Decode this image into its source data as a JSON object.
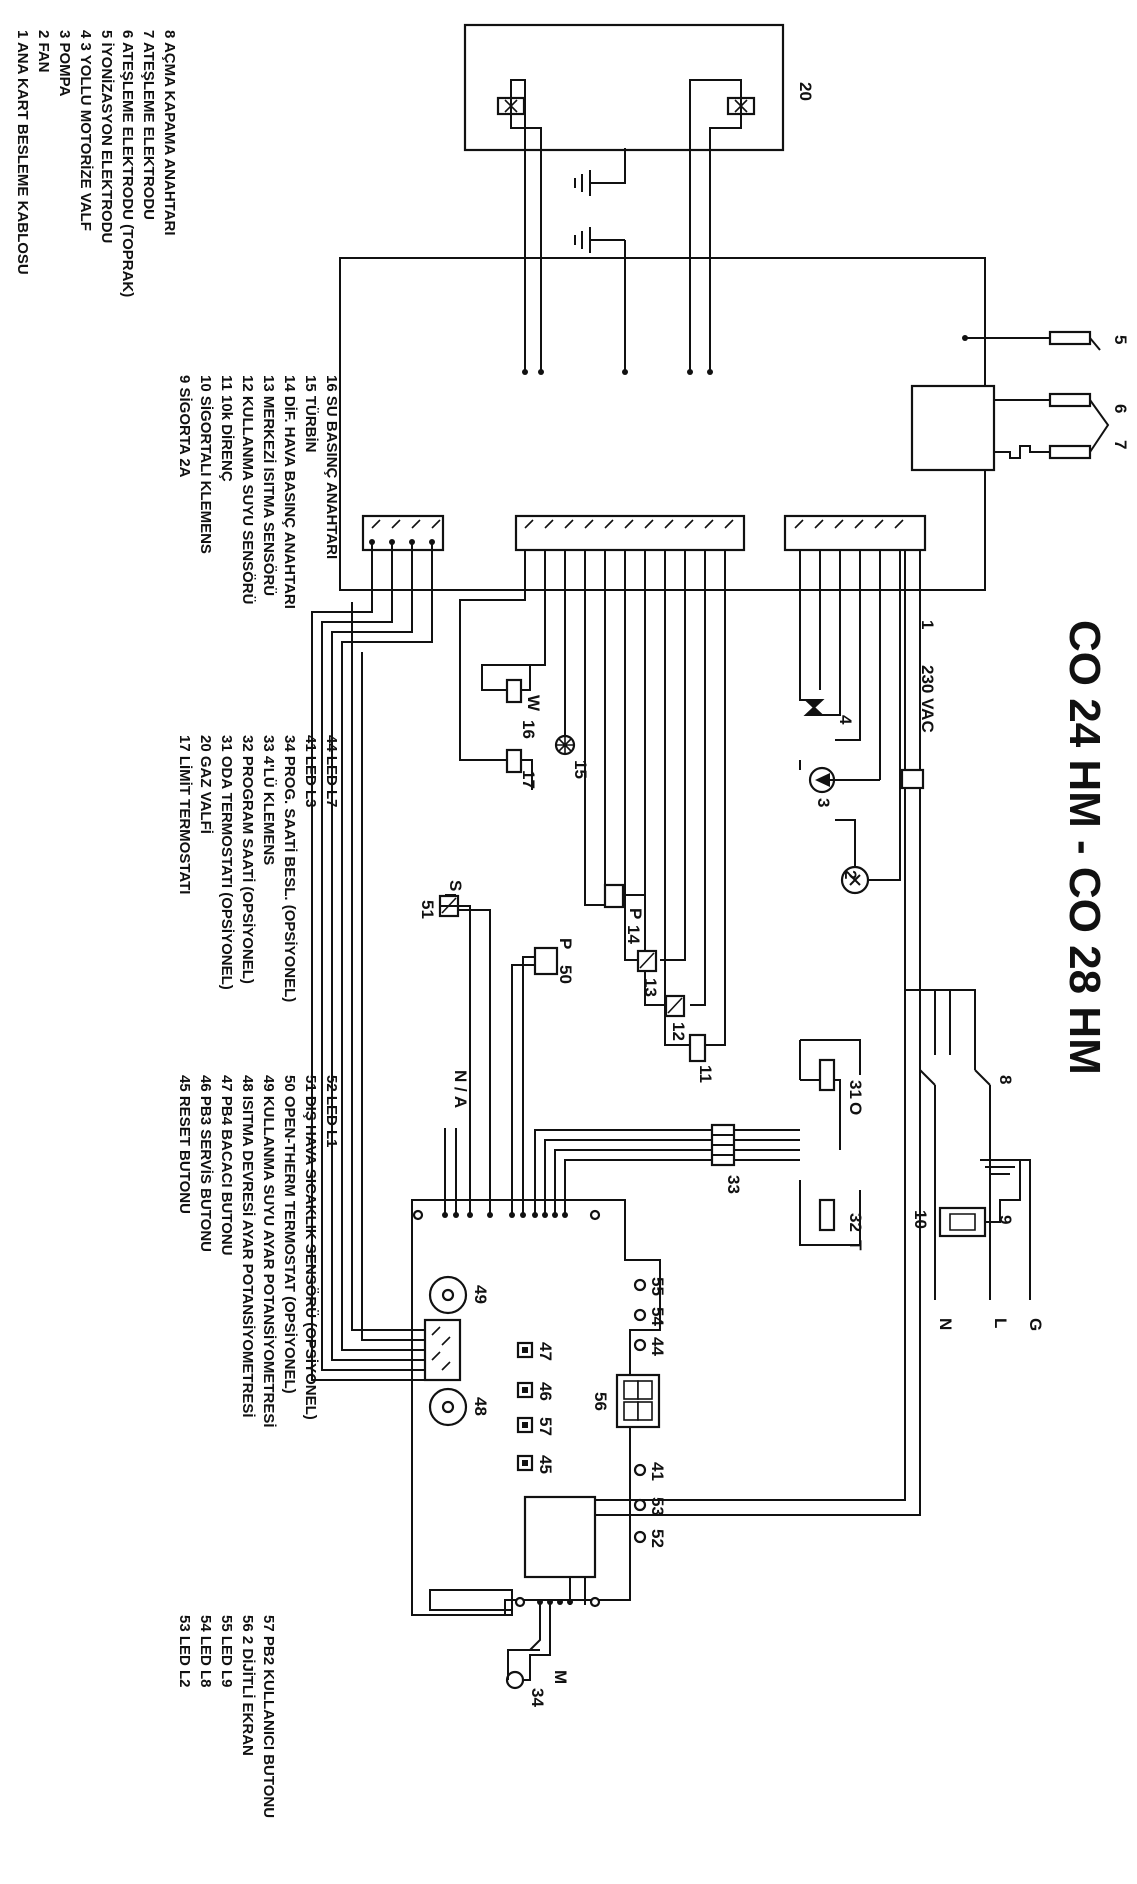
{
  "title": "CO 24 HM - CO 28 HM",
  "legend_columns": [
    [
      "1 ANA KART BESLEME KABLOSU",
      "2 FAN",
      "3 POMPA",
      "4 3 YOLLU MOTORİZE VALF",
      "5 İYONİZASYON ELEKTRODU",
      "6 ATEŞLEME ELEKTRODU (TOPRAK)",
      "7 ATEŞLEME ELEKTRODU",
      "8 AÇMA KAPAMA ANAHTARI"
    ],
    [
      "9 SİGORTA 2A",
      "10 SİGORTALI KLEMENS",
      "11 10k DİRENÇ",
      "12 KULLANMA SUYU SENSÖRÜ",
      "13 MERKEZİ ISITMA SENSÖRÜ",
      "14 DİF. HAVA BASINÇ ANAHTARI",
      "15 TÜRBİN",
      "16 SU BASINÇ ANAHTARI"
    ],
    [
      "17 LİMİT TERMOSTATI",
      "20 GAZ VALFİ",
      "31 ODA TERMOSTATI (OPSİYONEL)",
      "32 PROGRAM SAATİ (OPSİYONEL)",
      "33 4'LÜ KLEMENS",
      "34 PROG. SAATİ BESL. (OPSİYONEL)",
      "41 LED L3",
      "44 LED L7"
    ],
    [
      "45 RESET BUTONU",
      "46 PB3 SERVİS BUTONU",
      "47 PB4 BACACI BUTONU",
      "48 ISITMA DEVRESİ AYAR POTANSİYOMETRESİ",
      "49 KULLANMA SUYU AYAR POTANSİYOMETRESİ",
      "50 OPEN-THERM TERMOSTAT (OPSİYONEL)",
      "51 DIŞ HAVA SICAKLIK SENSÖRÜ (OPSİYONEL)",
      "52 LED L1"
    ],
    [
      "53 LED L2",
      "54 LED L8",
      "55 LED L9",
      "56 2 DİJİTLİ EKRAN",
      "57 PB2 KULLANICI BUTONU"
    ]
  ],
  "diagram_labels": {
    "supply": "230 VAC",
    "n20": "20",
    "n1": "1",
    "n2": "2",
    "n3": "3",
    "n4": "4",
    "n5": "5",
    "n6": "6",
    "n7": "7",
    "n8": "8",
    "n9": "9",
    "n10": "10",
    "n11": "11",
    "n12": "12",
    "n13": "13",
    "n14": "14",
    "n15": "15",
    "n16": "16",
    "n17": "17",
    "n31": "31",
    "n32": "32",
    "n33": "33",
    "n34": "34",
    "n41": "41",
    "n44": "44",
    "n45": "45",
    "n46": "46",
    "n47": "47",
    "n48": "48",
    "n49": "49",
    "n50": "50",
    "n51": "51",
    "n52": "52",
    "n53": "53",
    "n54": "54",
    "n55": "55",
    "n56": "56",
    "n57": "57",
    "G": "G",
    "L": "L",
    "N": "N",
    "S": "S",
    "P": "P",
    "W": "W",
    "P14": "P",
    "O": "O",
    "T": "T",
    "M": "M",
    "NA": "N / A"
  }
}
